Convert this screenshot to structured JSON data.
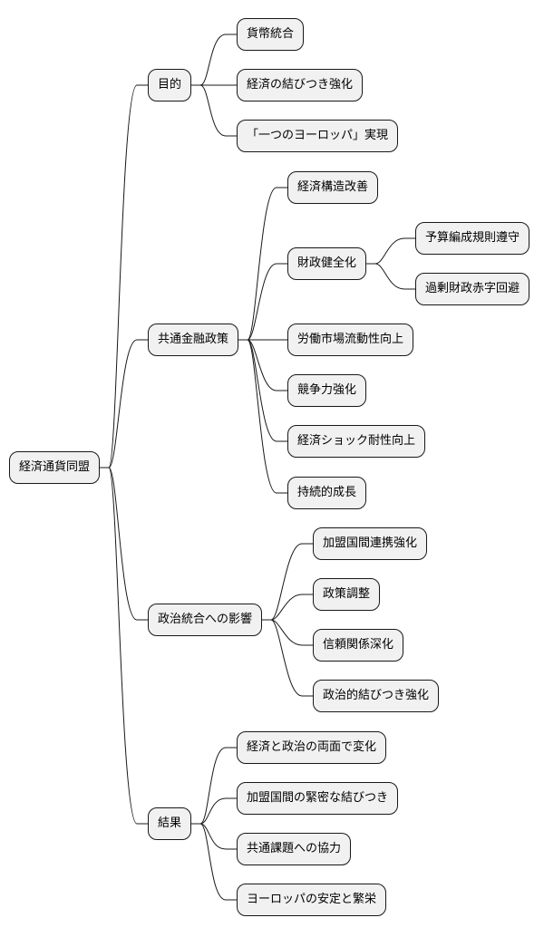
{
  "diagram": {
    "root": {
      "label": "経済通貨同盟",
      "children": [
        {
          "label": "目的",
          "children": [
            {
              "label": "貨幣統合"
            },
            {
              "label": "経済の結びつき強化"
            },
            {
              "label": "「一つのヨーロッパ」実現"
            }
          ]
        },
        {
          "label": "共通金融政策",
          "children": [
            {
              "label": "経済構造改善"
            },
            {
              "label": "財政健全化",
              "children": [
                {
                  "label": "予算編成規則遵守"
                },
                {
                  "label": "過剰財政赤字回避"
                }
              ]
            },
            {
              "label": "労働市場流動性向上"
            },
            {
              "label": "競争力強化"
            },
            {
              "label": "経済ショック耐性向上"
            },
            {
              "label": "持続的成長"
            }
          ]
        },
        {
          "label": "政治統合への影響",
          "children": [
            {
              "label": "加盟国間連携強化"
            },
            {
              "label": "政策調整"
            },
            {
              "label": "信頼関係深化"
            },
            {
              "label": "政治的結びつき強化"
            }
          ]
        },
        {
          "label": "結果",
          "children": [
            {
              "label": "経済と政治の両面で変化"
            },
            {
              "label": "加盟国間の緊密な結びつき"
            },
            {
              "label": "共通課題への協力"
            },
            {
              "label": "ヨーロッパの安定と繁栄"
            }
          ]
        }
      ]
    }
  }
}
